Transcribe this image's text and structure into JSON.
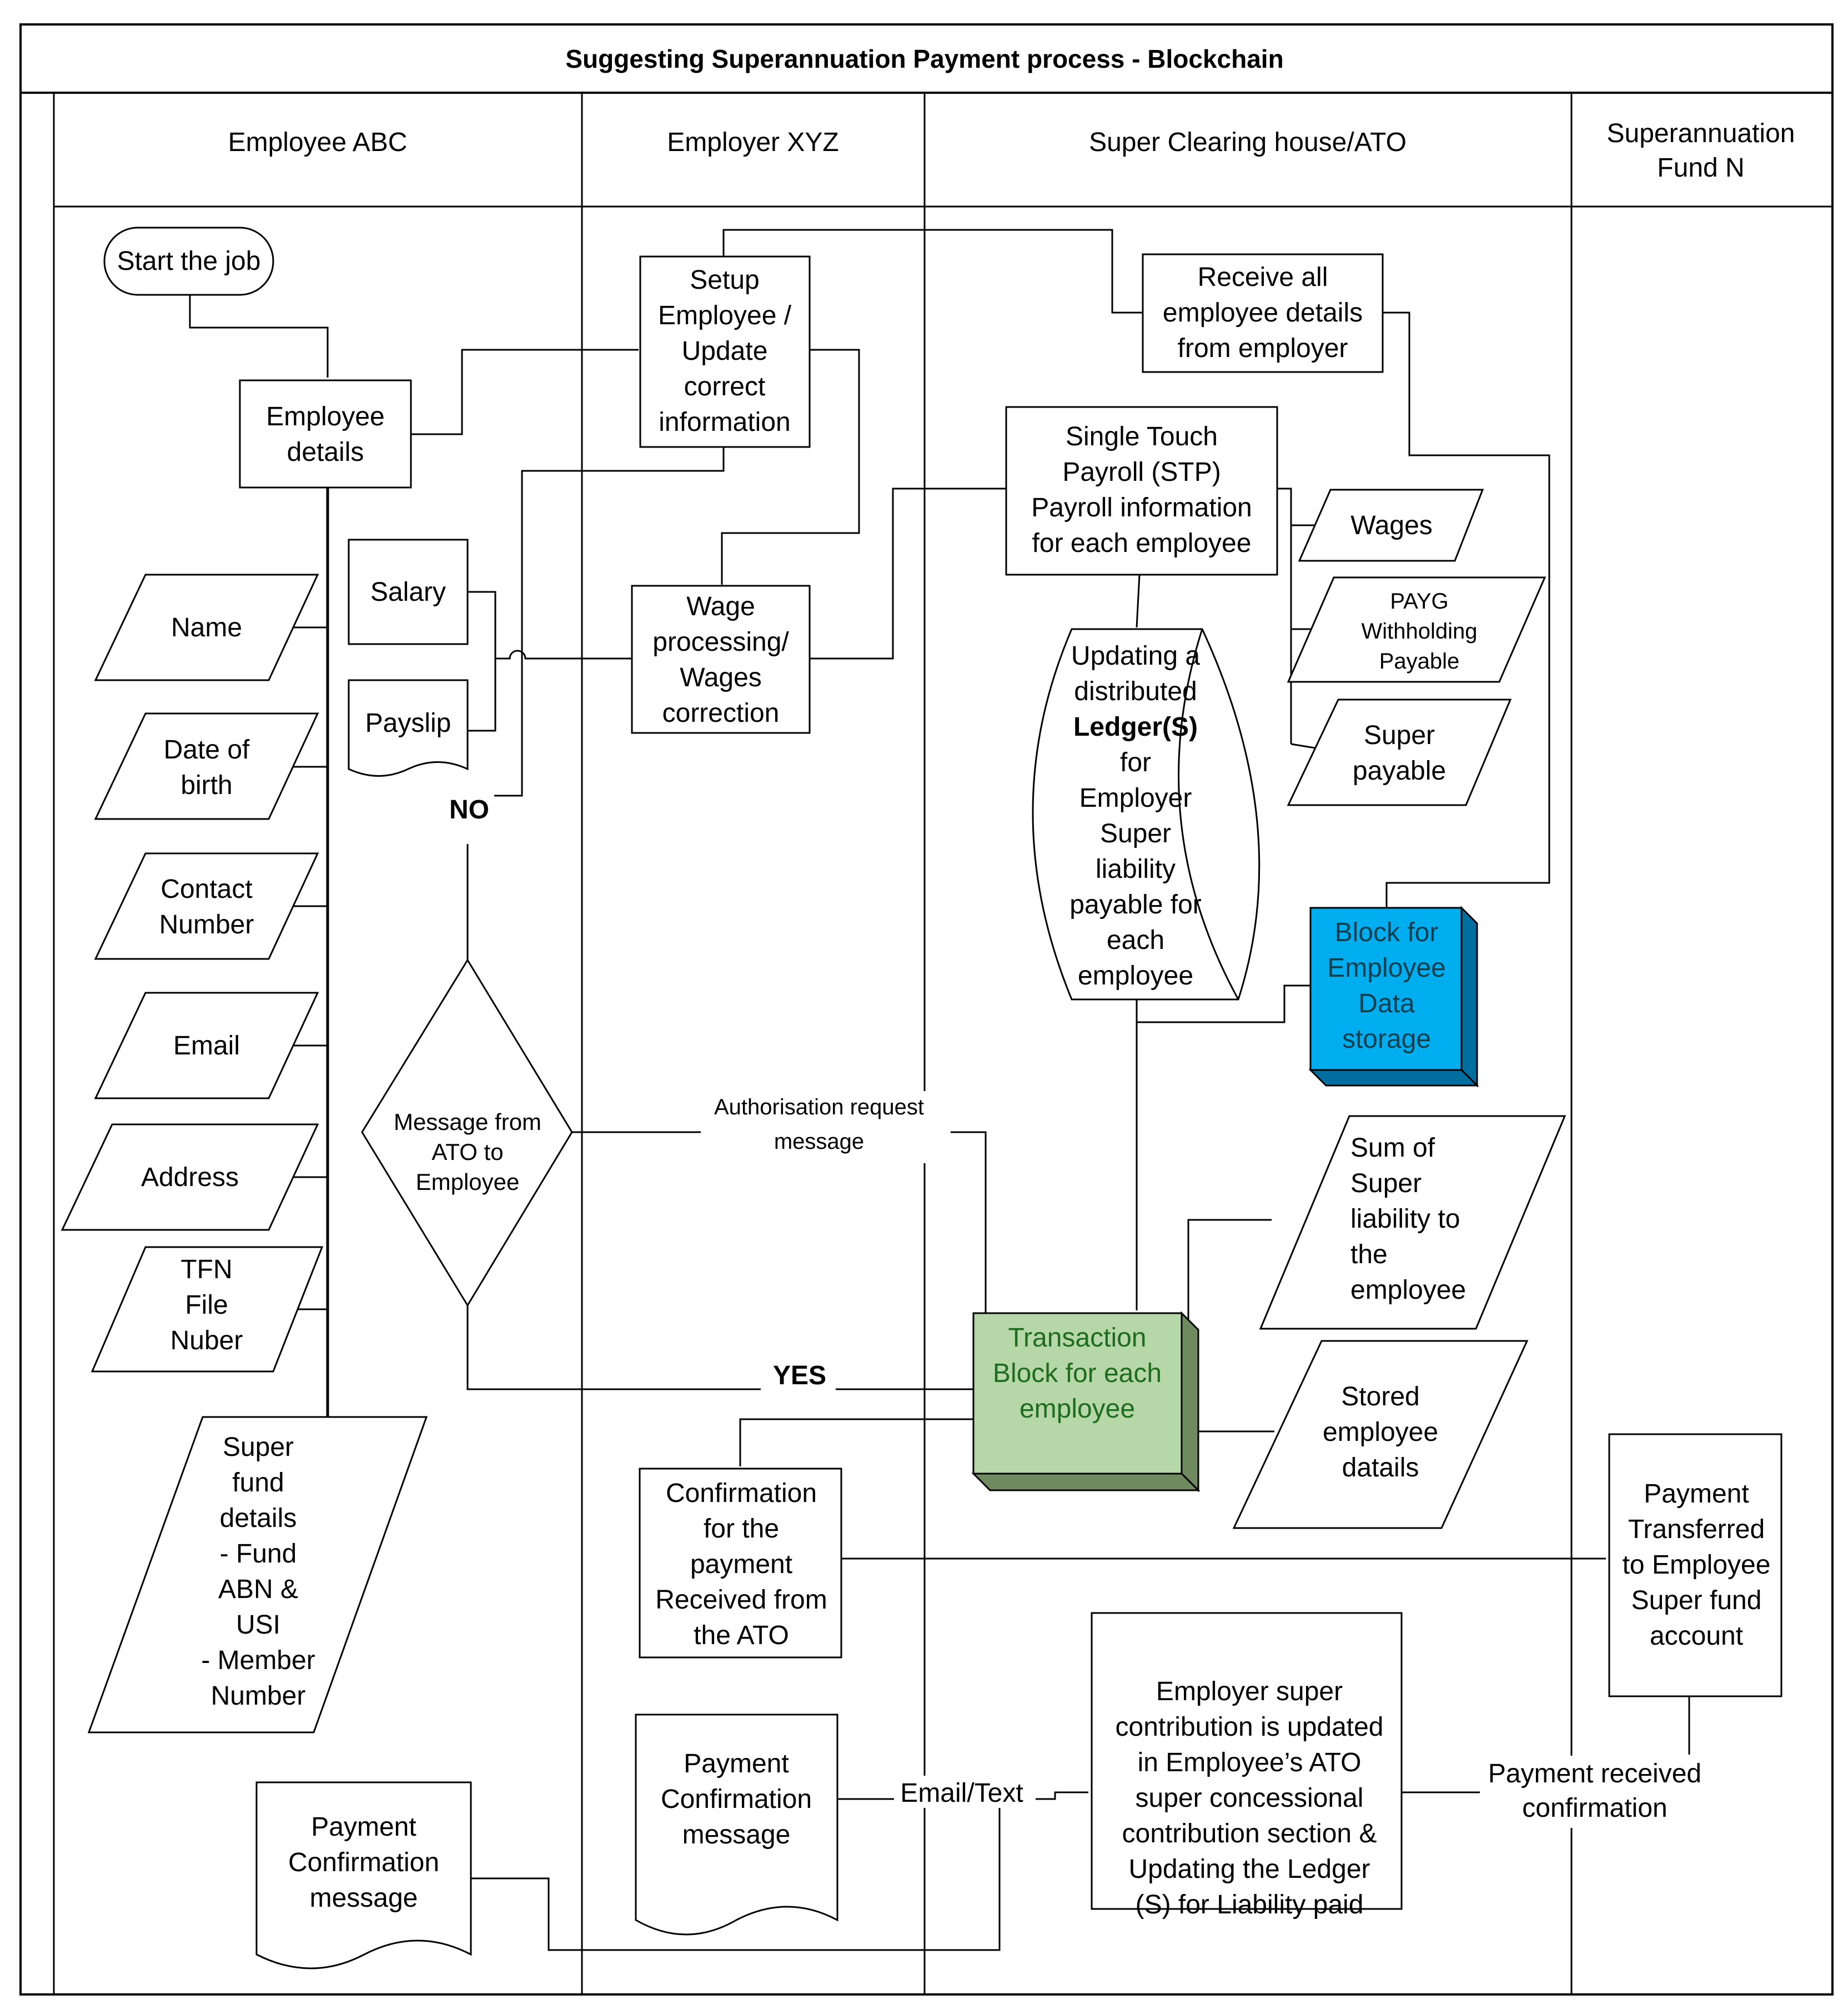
{
  "title": "Suggesting Superannuation Payment process - Blockchain",
  "lanes": {
    "employee": [
      "Employee ABC"
    ],
    "employer": [
      "Employer XYZ"
    ],
    "clearing": [
      "Super Clearing house/ATO"
    ],
    "fund": [
      "Superannuation",
      "Fund N"
    ]
  },
  "nodes": {
    "start": [
      "Start the job"
    ],
    "employee_details": [
      "Employee",
      "details"
    ],
    "name": [
      "Name"
    ],
    "dob": [
      "Date of",
      "birth"
    ],
    "contact": [
      "Contact",
      "Number"
    ],
    "email": [
      "Email"
    ],
    "address": [
      "Address"
    ],
    "tfn": [
      "TFN",
      "File",
      "Nuber"
    ],
    "super_fund": [
      "Super",
      "fund",
      "details",
      "- Fund",
      "ABN &",
      "USI",
      "- Member",
      "Number"
    ],
    "payment_conf_employee": [
      "Payment",
      "Confirmation",
      "message"
    ],
    "salary": [
      "Salary"
    ],
    "payslip": [
      "Payslip"
    ],
    "message_decision": [
      "Message from",
      "ATO to",
      "Employee"
    ],
    "setup": [
      "Setup",
      "Employee /",
      "Update",
      "correct",
      "information"
    ],
    "wage_processing": [
      "Wage",
      "processing/",
      "Wages",
      "correction"
    ],
    "confirmation_received": [
      "Confirmation",
      "for the",
      "payment",
      "Received from",
      "the ATO"
    ],
    "payment_conf_employer": [
      "Payment",
      "Confirmation",
      "message"
    ],
    "receive_all": [
      "Receive all",
      "employee details",
      "from employer"
    ],
    "stp": [
      "Single Touch",
      "Payroll (STP)",
      "Payroll information",
      "for each employee"
    ],
    "wages": [
      "Wages"
    ],
    "payg": [
      "PAYG",
      "Withholding",
      "Payable"
    ],
    "super_payable": [
      "Super",
      "payable"
    ],
    "ledger": [
      "Updating a",
      "distributed",
      "Ledger(S)",
      "for",
      "Employer",
      "Super",
      "liability",
      "payable for",
      "each",
      "employee"
    ],
    "block_employee": [
      "Block for",
      "Employee",
      "Data",
      "storage"
    ],
    "transaction_block": [
      "Transaction",
      "Block for each",
      "employee"
    ],
    "sum_super": [
      "Sum of",
      "Super",
      "liability to",
      "the",
      "employee"
    ],
    "stored_details": [
      "Stored",
      "employee",
      "datails"
    ],
    "employer_contribution": [
      "Employer super",
      "contribution is updated",
      "in Employee’s ATO",
      "super concessional",
      "contribution section &",
      "Updating the Ledger",
      "(S) for Liability paid"
    ],
    "payment_transferred": [
      "Payment",
      "Transferred",
      "to Employee",
      "Super fund",
      "account"
    ]
  },
  "edge_labels": {
    "no": "NO",
    "yes": "YES",
    "auth": [
      "Authorisation request",
      "message"
    ],
    "email_text": "Email/Text",
    "payment_received": [
      "Payment received",
      "confirmation"
    ]
  },
  "colors": {
    "block_employee_fill": "#00aeef",
    "block_employee_side": "#006fa0",
    "block_employee_text": "#0a3f50",
    "transaction_fill": "#b6d7a8",
    "transaction_side": "#6f8a5e",
    "transaction_text": "#1f6b1f"
  }
}
